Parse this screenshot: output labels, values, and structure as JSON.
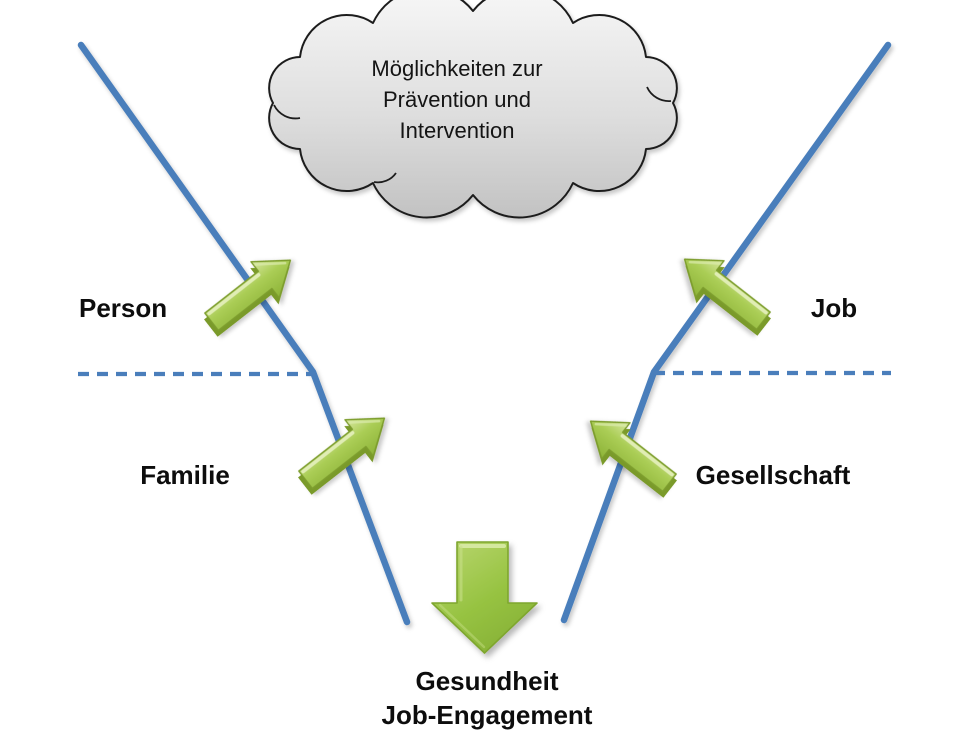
{
  "diagram": {
    "cloud": {
      "text": "Möglichkeiten zur\nPrävention und\nIntervention"
    },
    "labels": {
      "left_upper": "Person",
      "right_upper": "Job",
      "left_lower": "Familie",
      "right_lower": "Gesellschaft"
    },
    "outcome": {
      "line1": "Gesundheit",
      "line2": "Job-Engagement"
    },
    "icons": {
      "cloud": "cloud-icon",
      "left_arrows": "up-right-arrow-icon",
      "right_arrows": "up-left-arrow-icon",
      "bottom_arrow": "down-arrow-icon"
    },
    "colors": {
      "line_blue": "#4a7ebb",
      "arrow_green": "#9cc342",
      "arrow_green_light": "#d9e8a3",
      "arrow_green_dark": "#7d9d2d",
      "cloud_fill_top": "#f6f6f6",
      "cloud_fill_bottom": "#c2c2c2",
      "cloud_outline": "#1f1f1f",
      "text_color": "#0d0d0d"
    }
  }
}
